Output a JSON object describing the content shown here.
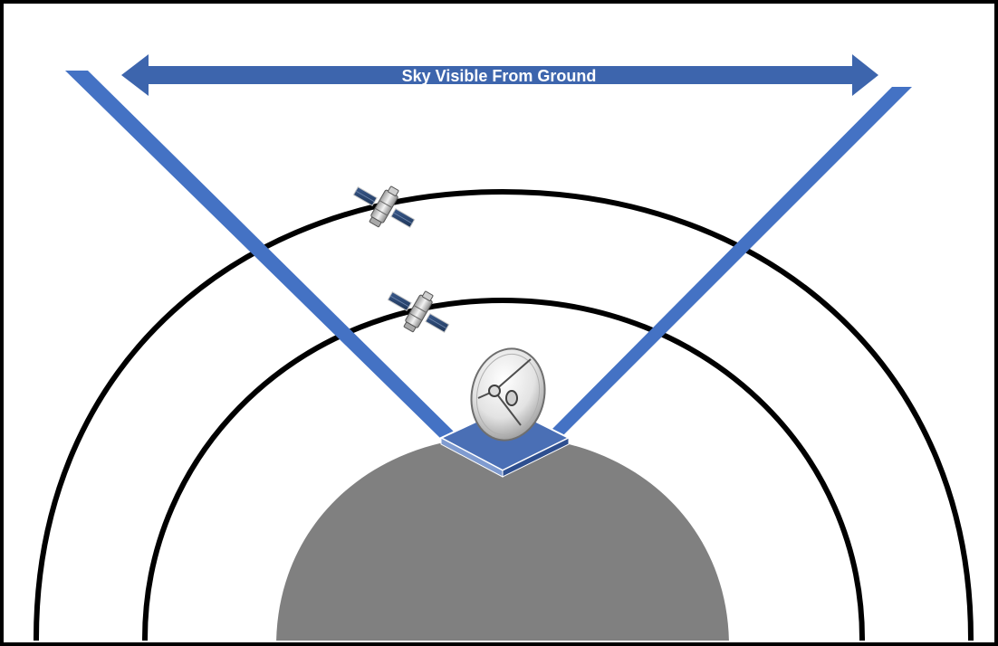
{
  "diagram": {
    "arrow_label": "Sky Visible From Ground",
    "elements": {
      "earth": "earth-surface",
      "inner_orbit": "inner-orbit-ring",
      "outer_orbit": "outer-orbit-ring",
      "ground_station": "satellite-dish-icon",
      "satellites": [
        "satellite-icon",
        "satellite-icon"
      ]
    },
    "colors": {
      "background": "#ffffff",
      "frame": "#000000",
      "earth": "#808080",
      "orbit": "#000000",
      "beam": "#4472C4",
      "arrow": "#3D65AD",
      "label_text": "#ffffff",
      "dish_base": "#4A6FB5"
    }
  }
}
